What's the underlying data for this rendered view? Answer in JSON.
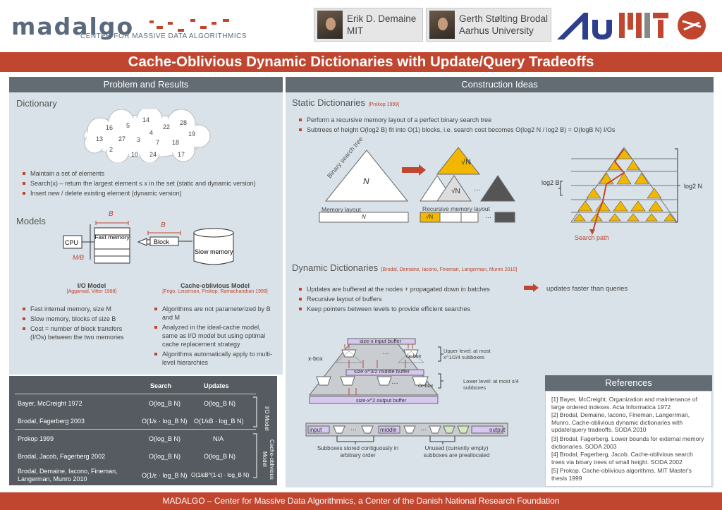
{
  "header": {
    "logo_text": "madalgo",
    "logo_subtitle": "CENTER FOR MASSIVE DATA ALGORITHMICS",
    "authors": [
      {
        "name": "Erik D. Demaine",
        "affiliation": "MIT"
      },
      {
        "name": "Gerth Stølting Brodal",
        "affiliation": "Aarhus University"
      }
    ],
    "mit_logo_text": "MIT",
    "title": "Cache-Oblivious Dynamic Dictionaries with Update/Query Tradeoffs"
  },
  "left_column": {
    "heading": "Problem and Results",
    "dictionary": {
      "title": "Dictionary",
      "cloud_numbers": [
        "14",
        "16",
        "5",
        "28",
        "22",
        "4",
        "19",
        "13",
        "27",
        "3",
        "7",
        "18",
        "2",
        "10",
        "24",
        "17"
      ],
      "bullets": [
        "Maintain a set of elements",
        "Search(x) – return the largest element  ≤ x  in the set (static and dynamic version)",
        "Insert new / delete existing element  (dynamic version)"
      ]
    },
    "models": {
      "title": "Models",
      "cpu_label": "CPU",
      "fast_memory_label": "Fast memory",
      "block_label": "Block",
      "slow_memory_label": "Slow memory",
      "b_label": "B",
      "mb_label": "M/B",
      "io_model": {
        "title": "I/O Model",
        "ref": "[Aggarwal, Vitter 1988]",
        "bullets": [
          "Fast internal memory, size M",
          "Slow memory, blocks of size B",
          "Cost = number of block transfers (I/Os)  between the two memories"
        ]
      },
      "co_model": {
        "title": "Cache-oblivious Model",
        "ref": "[Frigo, Leiserson, Prokop, Ramachandran 1999]",
        "bullets": [
          "Algorithms are not parameterized by B and M",
          "Analyzed in the ideal-cache model, same as I/O model but using optimal cache replacement strategy",
          "Algorithms automatically apply to multi-level hierarchies"
        ]
      }
    },
    "table": {
      "headers": [
        "Search",
        "Updates"
      ],
      "rows": [
        {
          "name": "Bayer, McCreight 1972",
          "search": "O(log_B N)",
          "updates": "O(log_B N)"
        },
        {
          "name": "Brodal, Fagerberg 2003",
          "search": "O(1/ε · log_B N)",
          "updates": "O(1/εB · log_B N)"
        },
        {
          "name": "Prokop 1999",
          "search": "O(log_B N)",
          "updates": "N/A"
        },
        {
          "name": "Brodal, Jacob, Fagerberg 2002",
          "search": "O(log_B N)",
          "updates": "O(log_B N)"
        },
        {
          "name": "Brodal, Demaine, Iacono, Fineman, Langerman, Munro 2010",
          "search": "O(1/ε · log_B N)",
          "updates": "O(1/εB^(1-ε) · log_B N)"
        }
      ],
      "group_labels": [
        "I/O Model",
        "Cache-oblivious Model"
      ]
    }
  },
  "right_column": {
    "heading": "Construction Ideas",
    "static": {
      "title": "Static Dictionaries",
      "ref": "[Prokop 1999]",
      "bullets": [
        "Perform a recursive memory layout of a perfect binary search tree",
        "Subtrees of height O(log2 B) fit into O(1) blocks, i.e. search cost becomes O(log2 N / log2 B) = O(logB N)  I/Os"
      ],
      "tree_label": "Binary search tree",
      "n_label": "N",
      "sqrt_n_label": "√N",
      "memory_layout_label": "Memory layout",
      "recursive_layout_label": "Recursive memory layout",
      "log2b_label": "log2 B",
      "log2n_label": "log2 N",
      "search_path_label": "Search path",
      "ellipsis": "…"
    },
    "dynamic": {
      "title": "Dynamic Dictionaries",
      "ref": "[Brodal, Demaine, Iacono, Fineman, Langerman, Munro 2010]",
      "bullets": [
        "Updates are buffered at the nodes + propagated down in batches",
        "Recursive layout of buffers",
        "Keep pointers between levels to provide efficient searches"
      ],
      "result_text": "updates faster than queries",
      "input_buffer": "size-x input buffer",
      "middle_buffer": "size-x^3/2 middle buffer",
      "output_buffer": "size-x^2 output buffer",
      "xbox_label": "x-box",
      "sqrt_xbox_label": "√x-box",
      "upper_level": "Upper level: at most x^1/2/4 subboxes",
      "lower_level": "Lower level: at most x/4 subboxes",
      "layout_labels": [
        "input",
        "middle",
        "output"
      ],
      "stored_label": "Subboxes stored contiguously in arbitrary order",
      "unused_label": "Unused (currently empty) subboxes are preallocated"
    },
    "references": {
      "heading": "References",
      "items": [
        "[1]  Bayer, McCreight. Organization and maintenance of large ordered indexes. Acta Informatica 1972",
        "[2]  Brodal, Demaine, Iacono, Fineman,  Langerrman, Munro. Cache-oblivious dynamic dictionaries with update/query tradeoffs. SODA 2010",
        "[3]  Brodal, Fagerberg. Lower bounds for external memory dictionaries. SODA 2003",
        "[4]  Brodal, Fagerberg, Jacob. Cache-oblivious search trees via binary trees of small height. SODA 2002",
        "[5]  Prokop. Cache-oblivious algorithms. MIT Master's thesis 1999"
      ]
    }
  },
  "footer": "MADALGO – Center for Massive Data Algorithmics, a Center of the Danish National Research Foundation",
  "colors": {
    "accent": "#c1462f",
    "panel": "#d9e2e8",
    "header_bar": "#636b73",
    "gold": "#f2b800",
    "logo_blue": "#2c3e8c"
  }
}
